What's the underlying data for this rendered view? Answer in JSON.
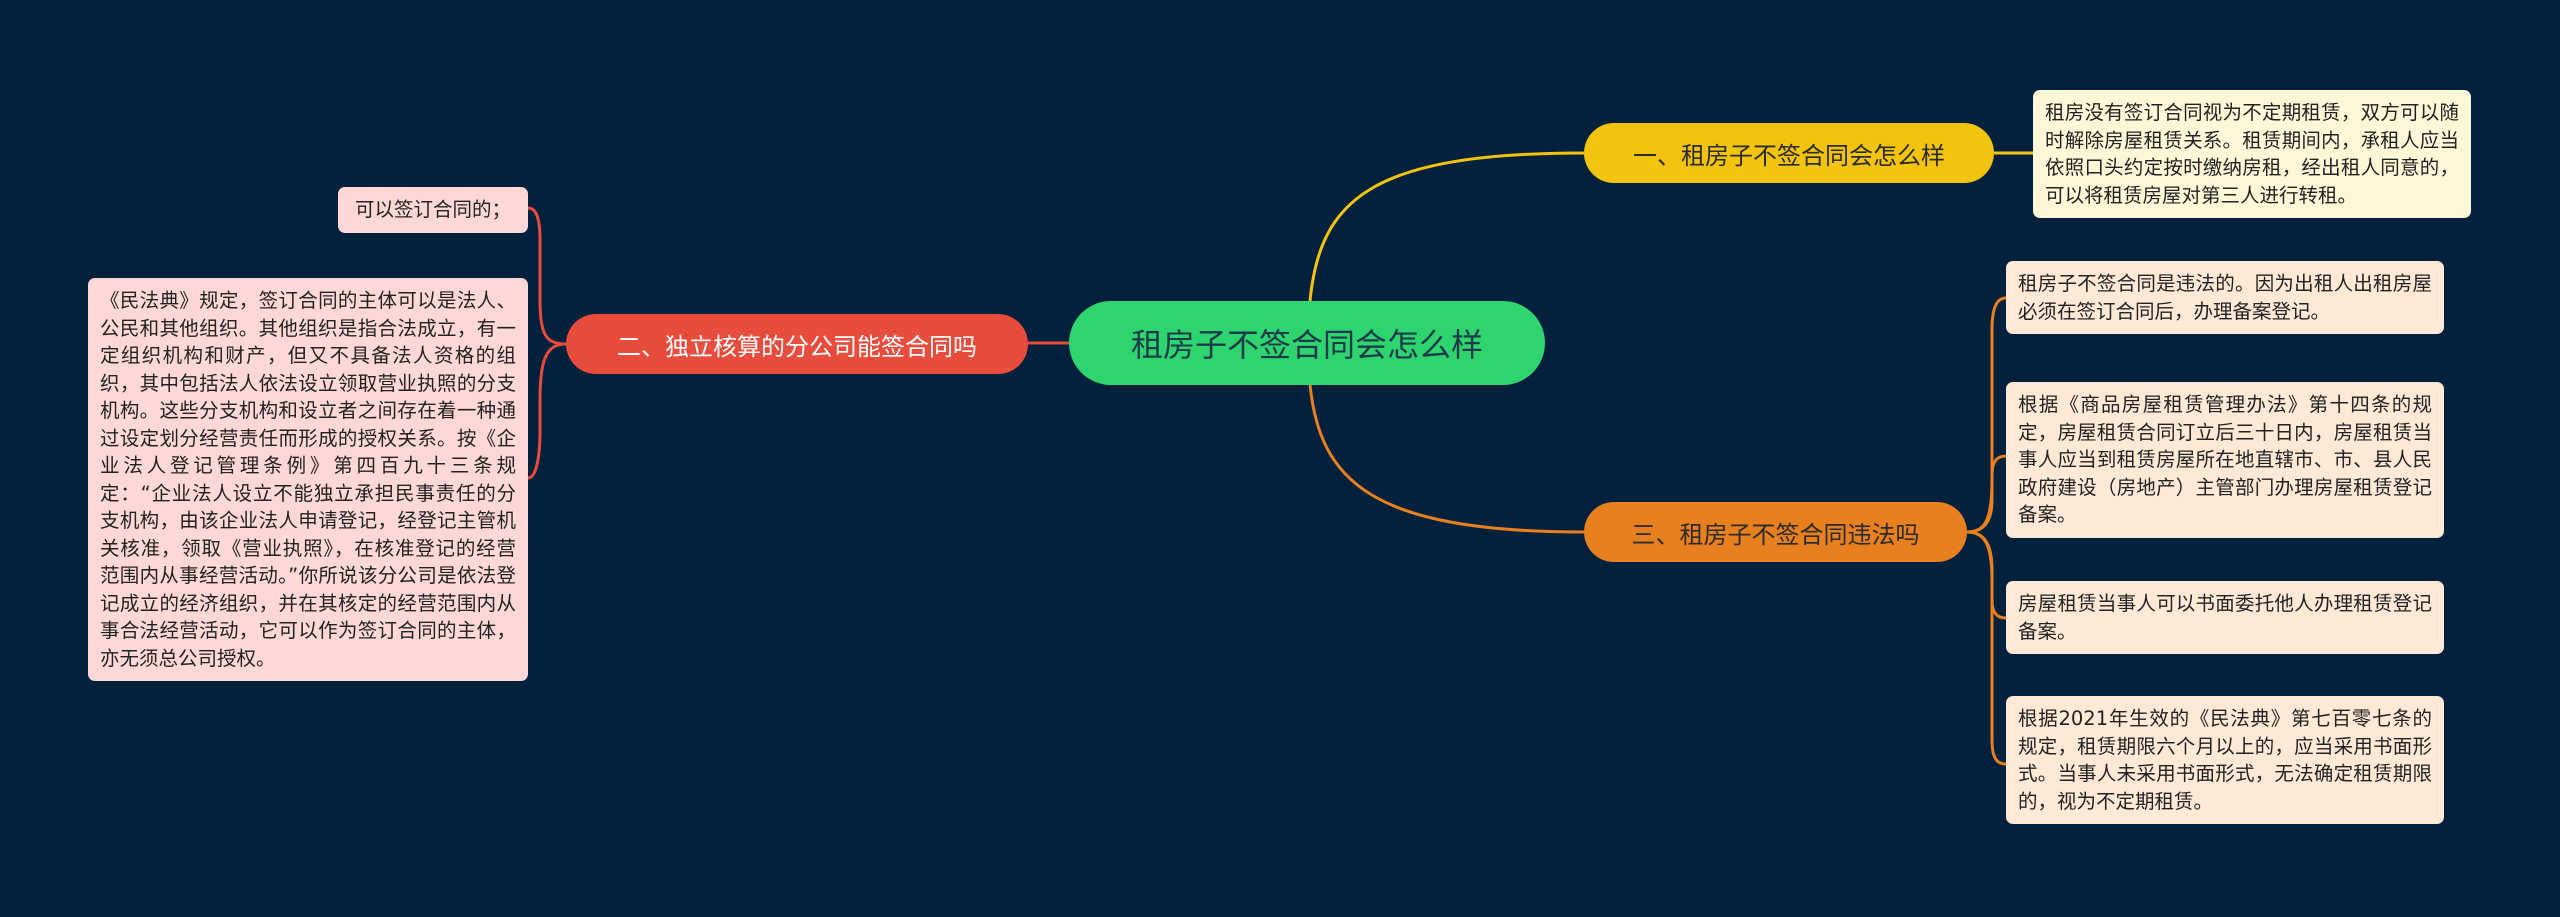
{
  "mindmap": {
    "center": {
      "label": "租房子不签合同会怎么样",
      "color": "#2ed46e"
    },
    "branches": [
      {
        "label": "一、租房子不签合同会怎么样",
        "color": "#f2c40f",
        "notes": [
          "租房没有签订合同视为不定期租赁，双方可以随时解除房屋租赁关系。租赁期间内，承租人应当依照口头约定按时缴纳房租，经出租人同意的，可以将租赁房屋对第三人进行转租。"
        ]
      },
      {
        "label": "二、独立核算的分公司能签合同吗",
        "color": "#e84c3d",
        "notes": [
          "可以签订合同的；",
          "《民法典》规定，签订合同的主体可以是法人、公民和其他组织。其他组织是指合法成立，有一定组织机构和财产，但又不具备法人资格的组织，其中包括法人依法设立领取营业执照的分支机构。这些分支机构和设立者之间存在着一种通过设定划分经营责任而形成的授权关系。按《企业法人登记管理条例》第四百九十三条规定：“企业法人设立不能独立承担民事责任的分支机构，由该企业法人申请登记，经登记主管机关核准，领取《营业执照》，在核准登记的经营范围内从事经营活动。”你所说该分公司是依法登记成立的经济组织，并在其核定的经营范围内从事合法经营活动，它可以作为签订合同的主体，亦无须总公司授权。"
        ]
      },
      {
        "label": "三、租房子不签合同违法吗",
        "color": "#e8801f",
        "notes": [
          "租房子不签合同是违法的。因为出租人出租房屋必须在签订合同后，办理备案登记。",
          "根据《商品房屋租赁管理办法》第十四条的规定，房屋租赁合同订立后三十日内，房屋租赁当事人应当到租赁房屋所在地直辖市、市、县人民政府建设（房地产）主管部门办理房屋租赁登记备案。",
          "房屋租赁当事人可以书面委托他人办理租赁登记备案。",
          "根据2021年生效的《民法典》第七百零七条的规定，租赁期限六个月以上的，应当采用书面形式。当事人未采用书面形式，无法确定租赁期限的，视为不定期租赁。"
        ]
      }
    ]
  }
}
